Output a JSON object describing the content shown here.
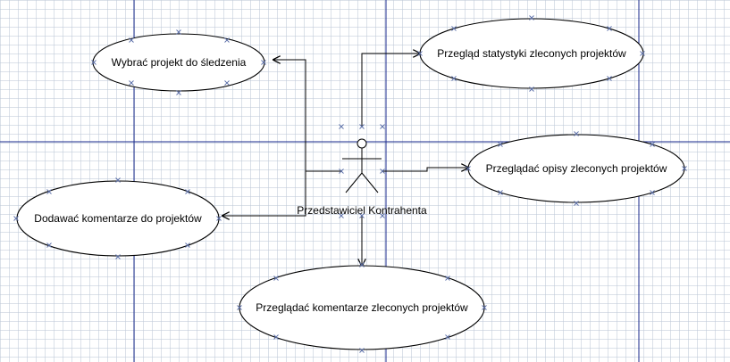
{
  "diagram": {
    "colors": {
      "background": "#ffffff",
      "grid": "#bec8d7",
      "guide_lines": "#1a2a8c",
      "outline": "#000000",
      "selection_handles": "#5a6ea8"
    },
    "actor": {
      "name": "Przedstawiciel Kontrahenta"
    },
    "use_cases": [
      {
        "id": "uc-wybrac",
        "label": "Wybrać projekt do śledzenia"
      },
      {
        "id": "uc-statystyki",
        "label": "Przegląd statystyki zleconych projektów"
      },
      {
        "id": "uc-opisy",
        "label": "Przeglądać opisy zleconych projektów"
      },
      {
        "id": "uc-dodawac",
        "label": "Dodawać komentarze do projektów"
      },
      {
        "id": "uc-komentarze",
        "label": "Przeglądać komentarze zleconych projektów"
      }
    ]
  }
}
